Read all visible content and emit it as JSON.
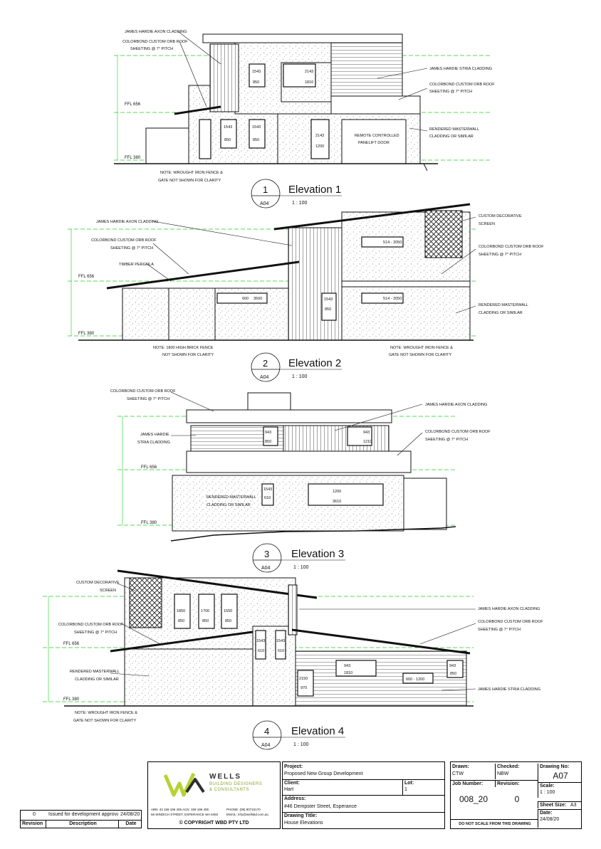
{
  "elevations": [
    {
      "number": "1",
      "sheet": "A04",
      "title": "Elevation 1",
      "scale": "1 : 100",
      "labels": {
        "axon": "JAMES HARDIE AXON CLADDING",
        "roof_line1": "COLORBOND CUSTOM ORB ROOF",
        "roof_line2": "SHEETING @ 7° PITCH",
        "stria": "JAMES HARDIE STRIA CLADDING",
        "roof2_line1": "COLORBOND CUSTOM ORB ROOF",
        "roof2_line2": "SHEETING @ 7° PITCH",
        "render_line1": "RENDERED MASTERWALL",
        "render_line2": "CLADDING OR SIMILAR",
        "door_line1": "REMOTE CONTROLLED",
        "door_line2": "PANELIFT DOOR",
        "note_line1": "NOTE: WROUGHT IRON FENCE &",
        "note_line2": "GATE NOT SHOWN FOR CLARITY",
        "ffl_upper": "FFL 656",
        "ffl_lower": "FFL 380"
      },
      "windows": [
        "1543",
        "850",
        "2143",
        "1810",
        "1543",
        "850",
        "1543",
        "850",
        "2143",
        "1200"
      ]
    },
    {
      "number": "2",
      "sheet": "A04",
      "title": "Elevation 2",
      "scale": "1 : 100",
      "labels": {
        "axon": "JAMES HARDIE AXON CLADDING",
        "roof_line1": "COLORBOND CUSTOM ORB ROOF",
        "roof_line2": "SHEETING @ 7° PITCH",
        "pergola": "TIMBER PERGOLA",
        "screen_line1": "CUSTOM DECORATIVE",
        "screen_line2": "SCREEN",
        "roof2_line1": "COLORBOND CUSTOM ORB ROOF",
        "roof2_line2": "SHEETING @ 7° PITCH",
        "render_line1": "RENDERED MASTERWALL",
        "render_line2": "CLADDING OR SIMILAR",
        "note1_line1": "NOTE: 1800 HIGH BRICK FENCE",
        "note1_line2": "NOT SHOWN FOR CLARITY",
        "note2_line1": "NOTE: WROUGHT IRON FENCE &",
        "note2_line2": "GATE NOT SHOWN FOR CLARITY",
        "ffl_upper": "FFL 656",
        "ffl_lower": "FFL 380"
      },
      "windows": [
        "514 - 2050",
        "600",
        "3500",
        "1543",
        "850",
        "514 - 2050"
      ]
    },
    {
      "number": "3",
      "sheet": "A04",
      "title": "Elevation 3",
      "scale": "1 : 100",
      "labels": {
        "roof_line1": "COLORBOND CUSTOM ORB ROOF",
        "roof_line2": "SHEETING @ 7° PITCH",
        "axon": "JAMES HARDIE AXON CLADDING",
        "stria_line1": "JAMES HARDIE",
        "stria_line2": "STRIA CLADDING",
        "roof2_line1": "COLORBOND CUSTOM ORB ROOF",
        "roof2_line2": "SHEETING @ 7° PITCH",
        "render_line1": "RENDERED MASTERWALL",
        "render_line2": "CLADDING OR SIMILAR",
        "ffl_upper": "FFL 656",
        "ffl_lower": "FFL 380"
      },
      "windows": [
        "943",
        "850",
        "943",
        "1210",
        "1543",
        "610",
        "1200",
        "3610"
      ]
    },
    {
      "number": "4",
      "sheet": "A04",
      "title": "Elevation 4",
      "scale": "1 : 100",
      "labels": {
        "screen_line1": "CUSTOM DECORATIVE",
        "screen_line2": "SCREEN",
        "roof_line1": "COLORBOND CUSTOM ORB ROOF",
        "roof_line2": "SHEETING @ 7° PITCH",
        "axon": "JAMES HARDIE AXON CLADDING",
        "roof2_line1": "COLORBOND CUSTOM ORB ROOF",
        "roof2_line2": "SHEETING @ 7° PITCH",
        "render_line1": "RENDERED MASTERWALL",
        "render_line2": "CLADDING OR SIMILAR",
        "stria": "JAMES HARDIE STRIA CLADDING",
        "note_line1": "NOTE: WROUGHT IRON FENCE &",
        "note_line2": "GATE NOT SHOWN FOR CLARITY",
        "ffl_upper": "FFL 656",
        "ffl_lower": "FFL 380"
      },
      "windows": [
        "1850",
        "850",
        "1700",
        "850",
        "1550",
        "850",
        "1543",
        "610",
        "1543",
        "610",
        "943",
        "1810",
        "2150",
        "970",
        "600 - 1200",
        "943",
        "850"
      ]
    }
  ],
  "title_block": {
    "revision_table": {
      "headers": {
        "revision": "Revision",
        "description": "Description",
        "date": "Date"
      },
      "rows": [
        {
          "revision": "0",
          "description": "Issued for development approval",
          "date": "24/08/20"
        }
      ]
    },
    "logo": {
      "name": "WELLS",
      "tagline1": "BUILDING DESIGNERS",
      "tagline2": "& CONSULTANTS",
      "abn": "ABN: 43 159 196 406  ACN: 159 196 406",
      "address": "65 WINDICH STREET, ESPERANCE WA 6450",
      "phone": "PHONE: (08) 90715170",
      "email": "EMAIL: info@wellsbd.com.au",
      "copyright": "© COPYRIGHT WBD PTY LTD",
      "accent_color": "#b5d334",
      "dark_color": "#2f2f2f"
    },
    "project": {
      "project_label": "Project:",
      "project_value": "Proposed New Group Development",
      "client_label": "Client:",
      "client_value": "Hart",
      "lot_label": "Lot:",
      "lot_value": "1",
      "address_label": "Address:",
      "address_value": "#46 Dempster Street, Esperance",
      "title_label": "Drawing Title:",
      "title_value": "House Elevations"
    },
    "details": {
      "drawn_label": "Drawn:",
      "drawn_value": "CTW",
      "checked_label": "Checked:",
      "checked_value": "NBW",
      "drawing_no_label": "Drawing No:",
      "drawing_no_value": "A07",
      "job_label": "Job Number:",
      "job_value": "008_20",
      "revision_label": "Revision:",
      "revision_value": "0",
      "scale_label": "Scale:",
      "scale_value": "1 : 100",
      "sheet_label": "Sheet Size:",
      "sheet_value": "A3",
      "date_label": "Date:",
      "date_value": "24/08/20",
      "disclaimer": "DO NOT SCALE FROM THIS DRAWING"
    }
  },
  "colors": {
    "level_line": "#22cc22",
    "ink": "#111111",
    "screen": "#333333"
  }
}
